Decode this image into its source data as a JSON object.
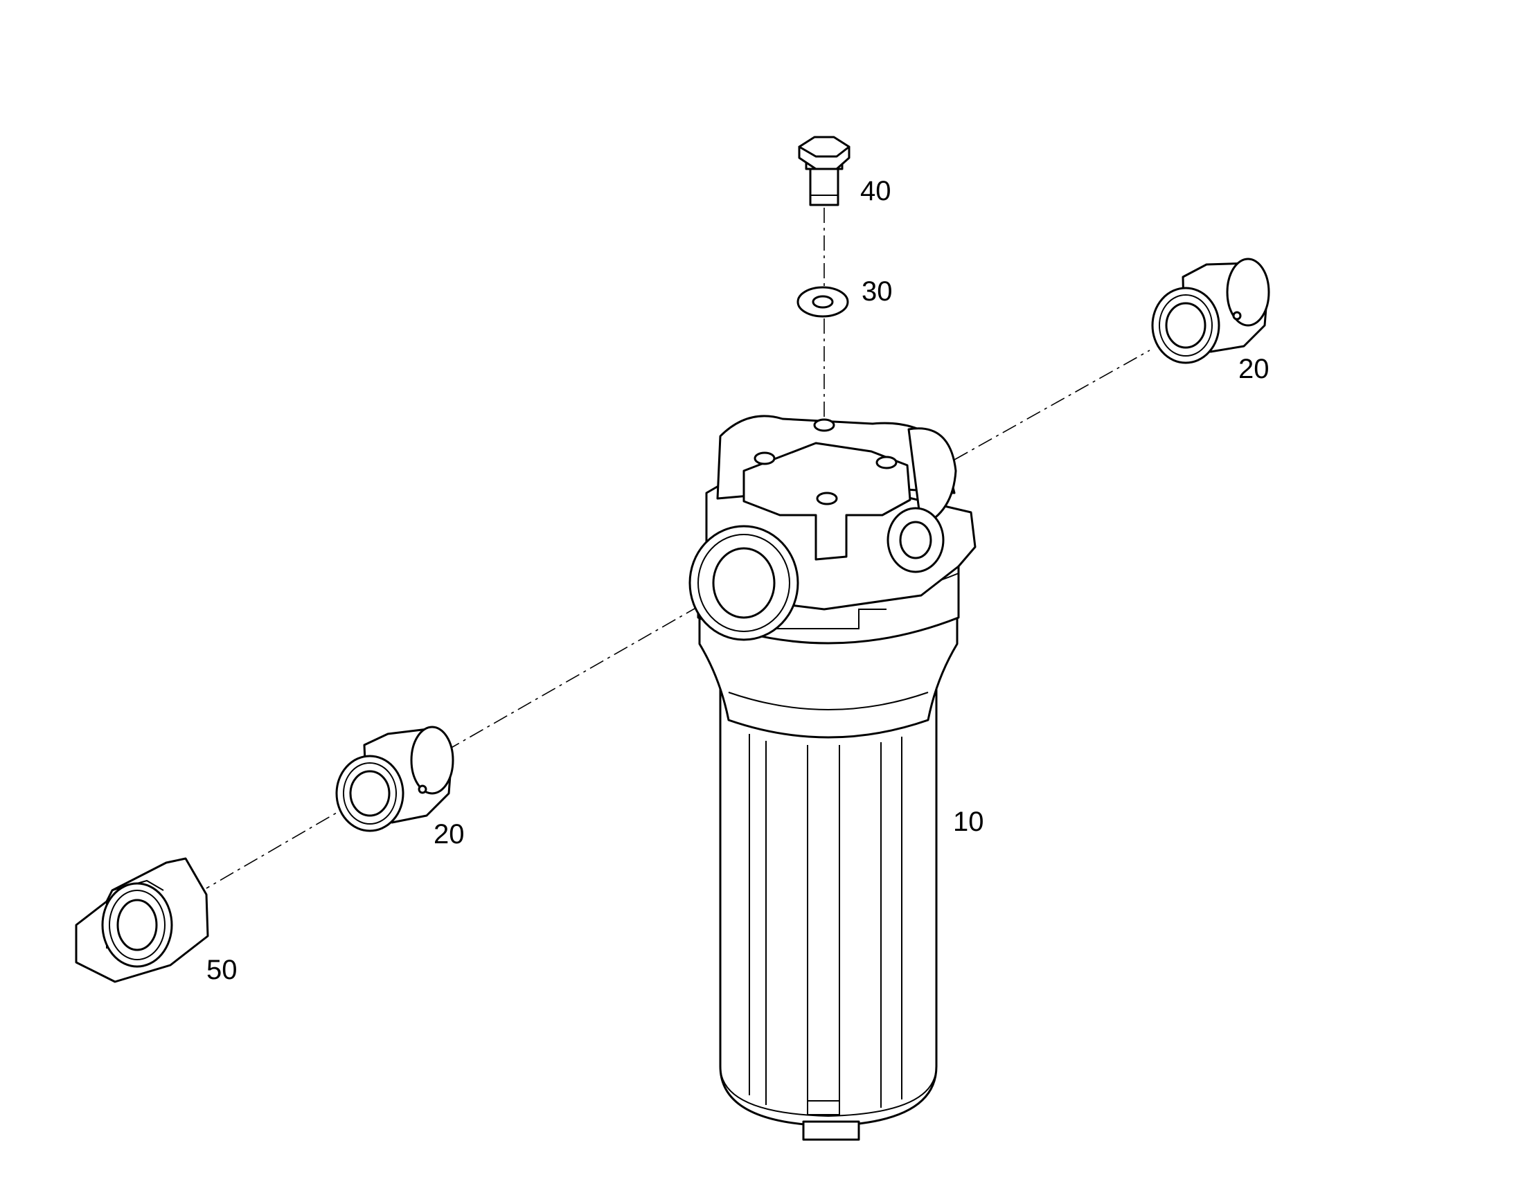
{
  "diagram": {
    "callouts": {
      "bolt": "40",
      "washer": "30",
      "fitting_right": "20",
      "fitting_left": "20",
      "filter_housing": "10",
      "elbow": "50"
    }
  }
}
